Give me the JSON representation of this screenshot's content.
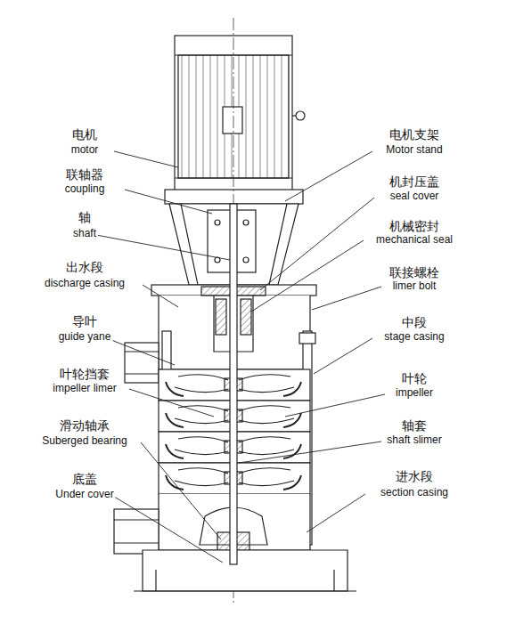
{
  "diagram": {
    "labels": [
      "电机",
      "motor",
      "联轴器",
      "coupling",
      "轴",
      "shaft",
      "出水段",
      "discharge casing",
      "导叶",
      "guide yane",
      "叶轮挡套",
      "impeller limer",
      "滑动轴承",
      "Suberged bearing",
      "底盖",
      "Under cover",
      "电机支架",
      "Motor stand",
      "机封压盖",
      "seal cover",
      "机械密封",
      "mechanical seal",
      "联接螺栓",
      "limer bolt",
      "中段",
      "stage casing",
      "叶轮",
      "impeller",
      "轴套",
      "shaft slimer",
      "进水段",
      "section casing"
    ]
  }
}
